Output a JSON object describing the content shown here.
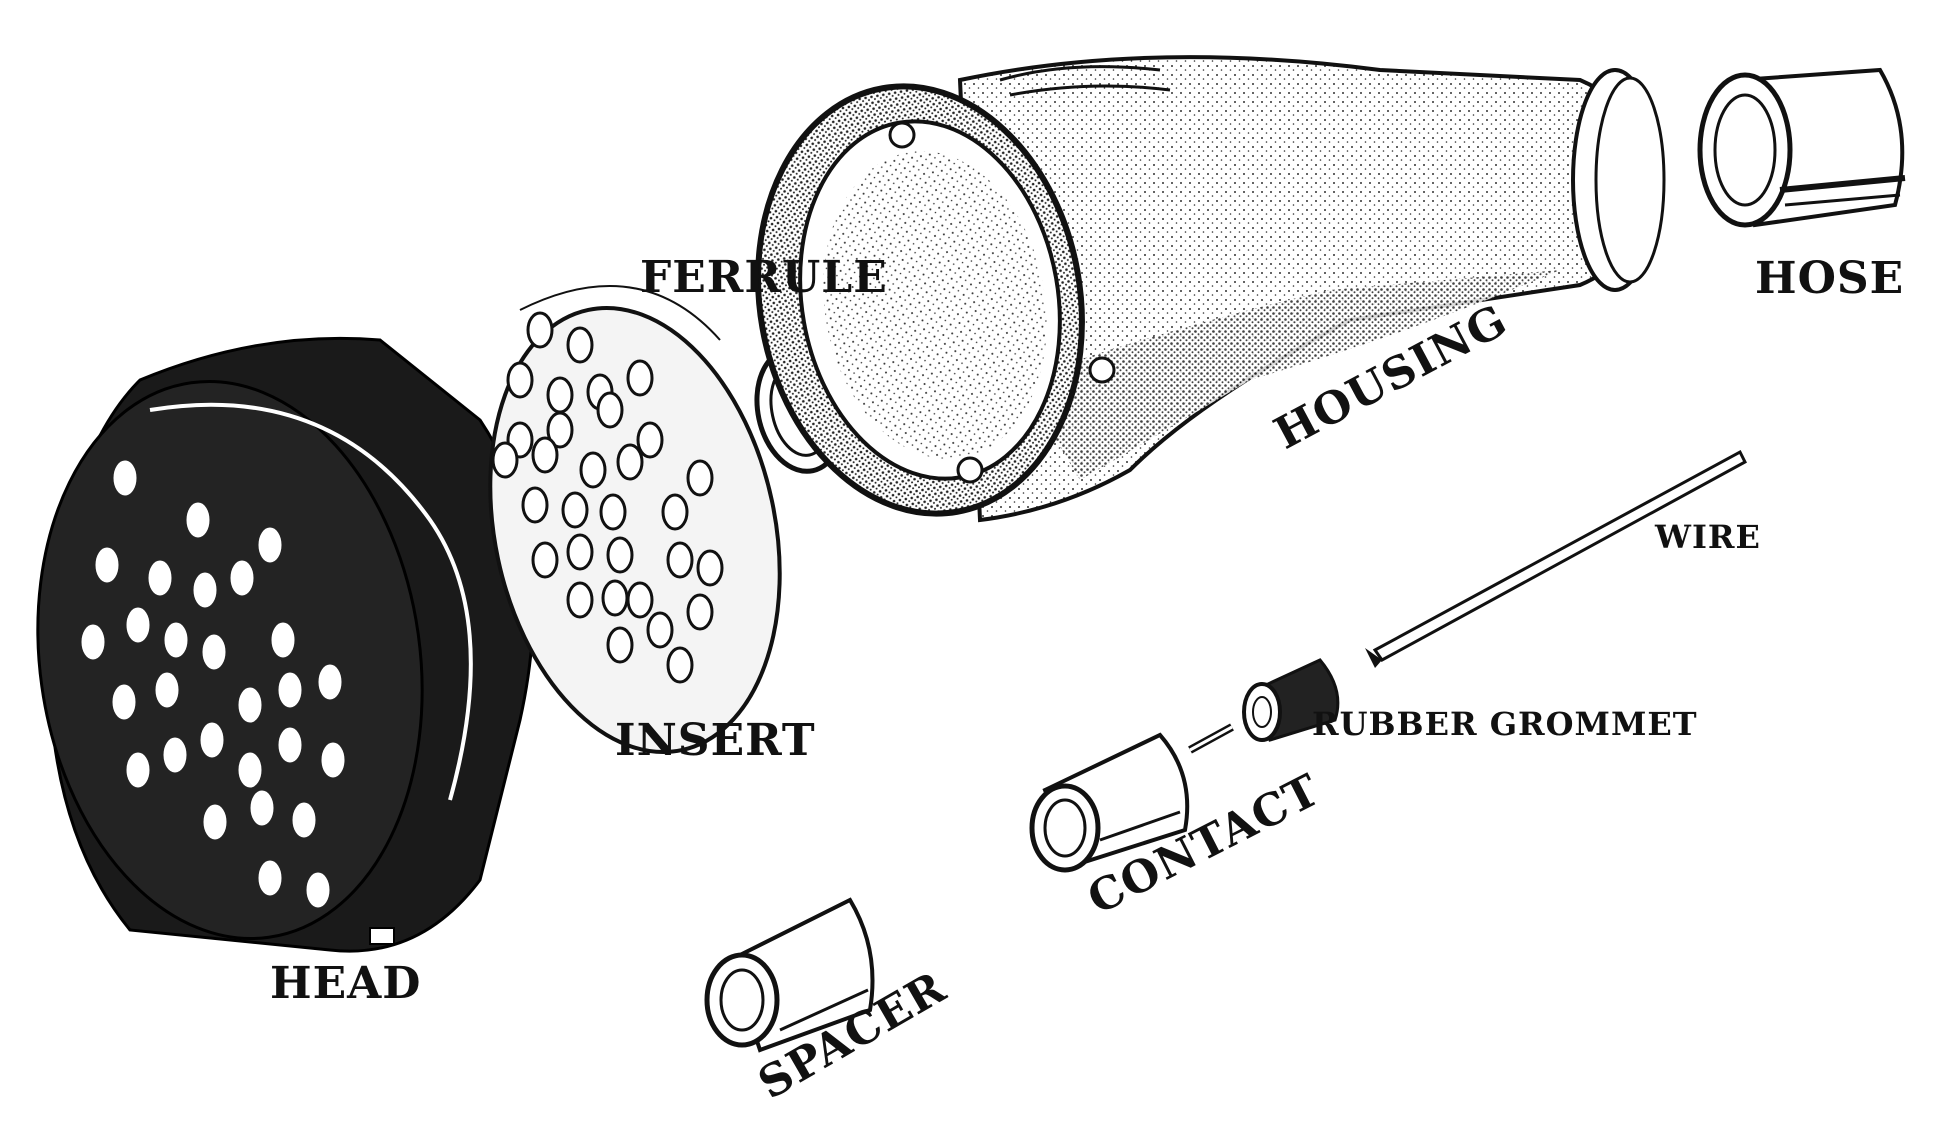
{
  "labels": {
    "ferrule": "FERRULE",
    "hose": "HOSE",
    "housing": "HOUSING",
    "wire": "WIRE",
    "insert": "INSERT",
    "rubber_grommet": "RUBBER GROMMET",
    "contact": "CONTACT",
    "head": "HEAD",
    "spacer": "SPACER"
  },
  "colors": {
    "ink": "#111111",
    "paper": "#ffffff",
    "shade": "#2a2a2a"
  }
}
